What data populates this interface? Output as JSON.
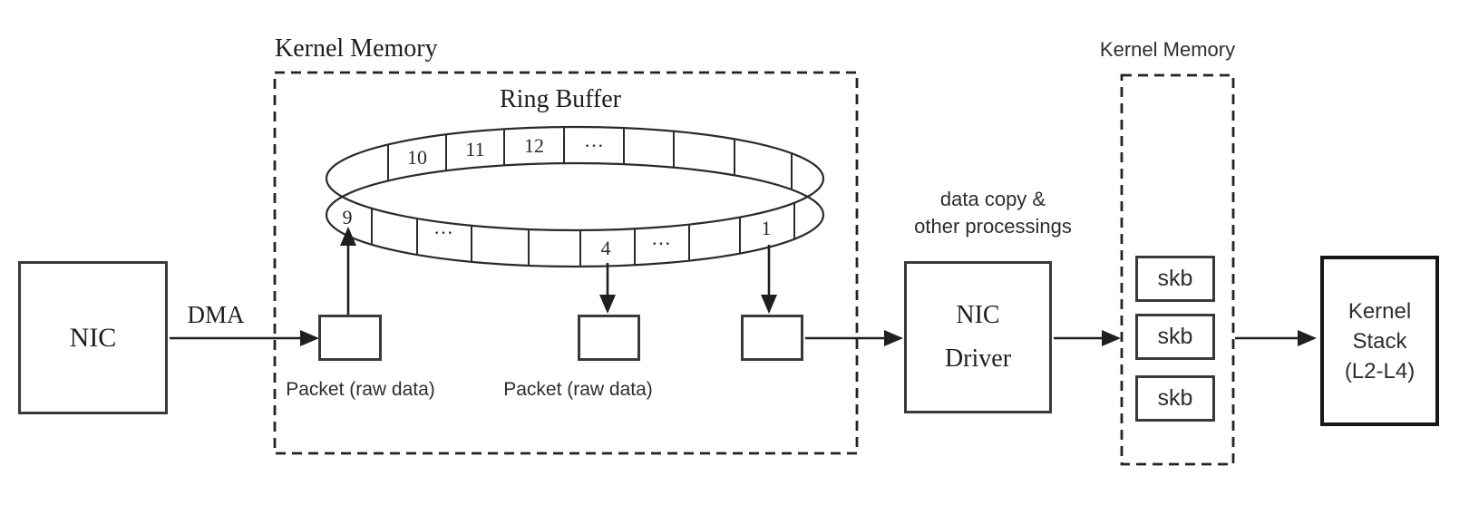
{
  "diagram": {
    "background": "#ffffff",
    "line_color": "#2a2a2a",
    "nic_box": {
      "label": "NIC"
    },
    "dma_label": "DMA",
    "kernel_memory_left": {
      "label": "Kernel Memory"
    },
    "ring_buffer": {
      "title": "Ring Buffer",
      "back_cells": [
        "10",
        "11",
        "12",
        "···"
      ],
      "front_cells": [
        "9",
        "···",
        "4",
        "···",
        "1"
      ]
    },
    "packet_labels": [
      "Packet (raw data)",
      "Packet (raw data)"
    ],
    "data_copy_label": {
      "line1": "data copy &",
      "line2": "other processings"
    },
    "nic_driver_box": {
      "line1": "NIC",
      "line2": "Driver"
    },
    "kernel_memory_right": {
      "label": "Kernel Memory"
    },
    "skb_boxes": [
      "skb",
      "skb",
      "skb"
    ],
    "kernel_stack_box": {
      "line1": "Kernel",
      "line2": "Stack",
      "line3": "(L2-L4)"
    }
  }
}
